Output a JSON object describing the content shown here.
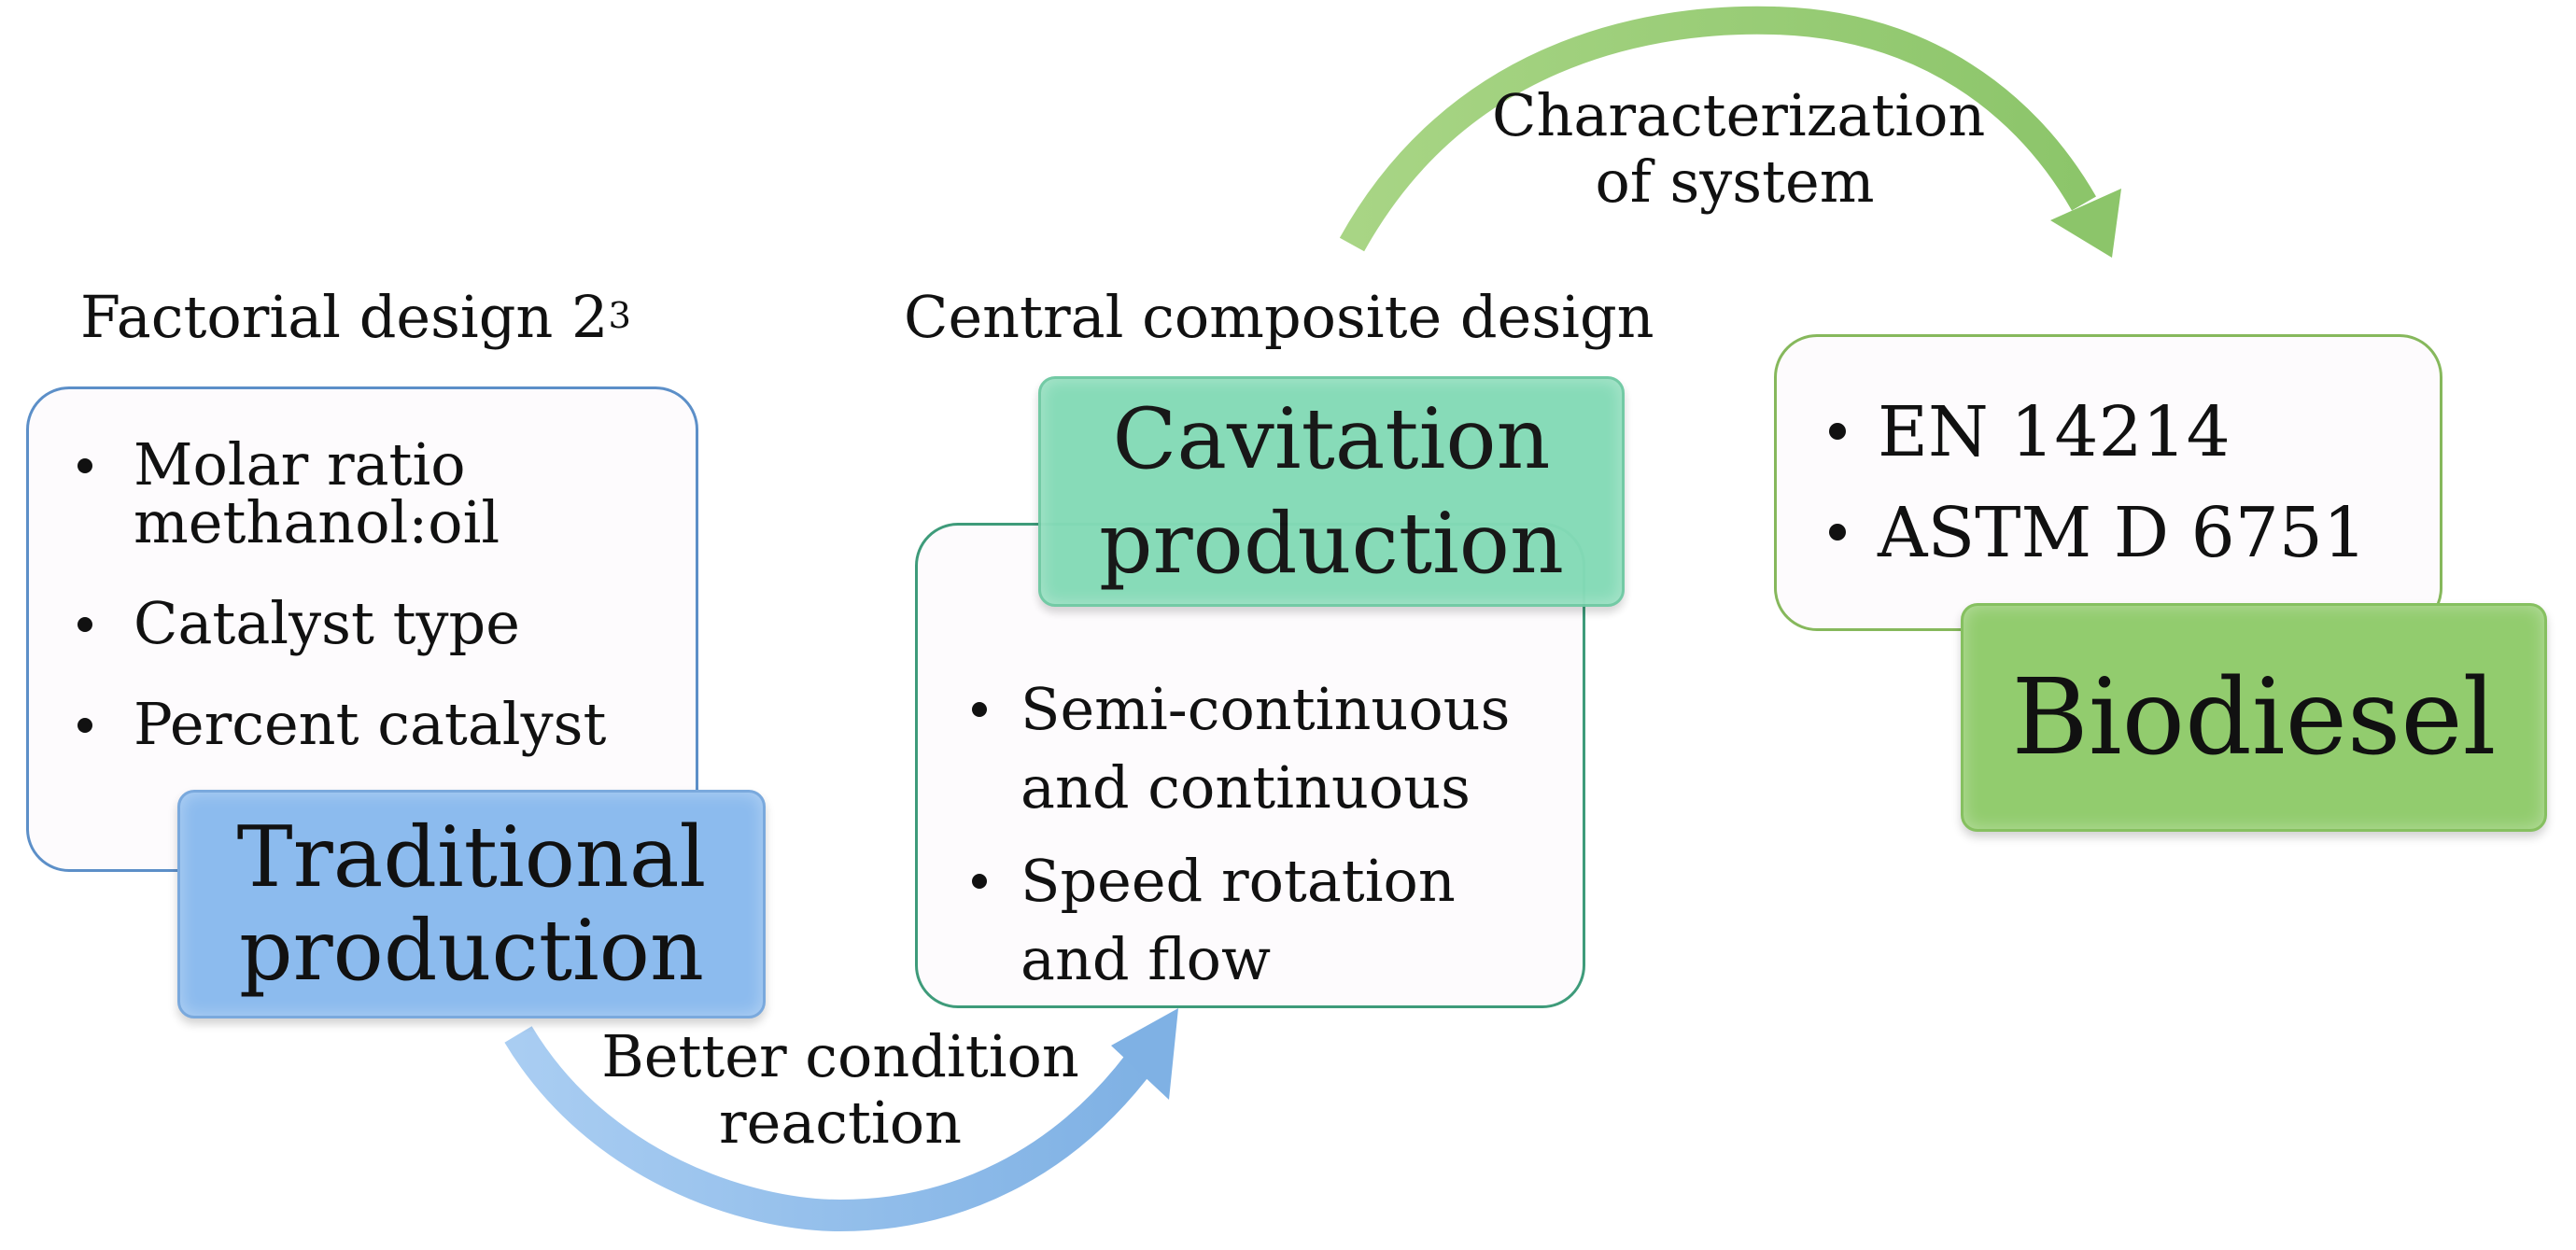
{
  "captions": {
    "factorial_prefix": "Factorial design  2",
    "factorial_exp": "3",
    "central_composite": "Central composite design",
    "characterization_line1": "Characterization",
    "characterization_line2": "of system",
    "better_line1": "Better condition",
    "better_line2": "reaction"
  },
  "traditional": {
    "label_line1": "Traditional",
    "label_line2": "production",
    "items": [
      {
        "line1": "Molar ratio",
        "line2": "methanol:oil"
      },
      {
        "line1": "Catalyst  type"
      },
      {
        "line1": "Percent catalyst"
      }
    ]
  },
  "cavitation": {
    "label_line1": "Cavitation",
    "label_line2": "production",
    "items": [
      {
        "line1": "Semi-continuous",
        "line2": "and continuous"
      },
      {
        "line1": "Speed rotation",
        "line2": "and flow"
      }
    ]
  },
  "biodiesel": {
    "label": "Biodiesel",
    "items": [
      "EN 14214",
      "ASTM D 6751"
    ]
  },
  "colors": {
    "blue": "#8cbbee",
    "green_teal": "#84dab6",
    "green": "#92cc6e",
    "arrow_blue": "#8fbde8",
    "arrow_green": "#9dcf7a"
  }
}
